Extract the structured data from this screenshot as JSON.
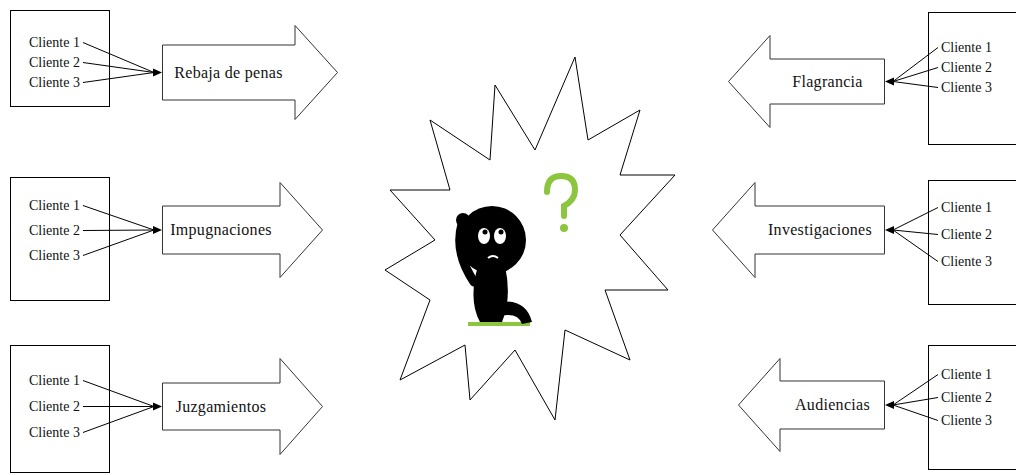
{
  "diagram": {
    "nodes": [
      {
        "text": [
          "Cliente 1",
          "Cliente 2",
          "Cliente 3"
        ]
      },
      {
        "text": [
          "Rebaja de penas"
        ]
      },
      {
        "text": [
          "Flagrancia"
        ]
      },
      {
        "text": [
          "Cliente 1",
          "Cliente 2",
          "Cliente 3"
        ]
      },
      {
        "text": [
          "Cliente 1",
          "Cliente 2",
          "Cliente 3"
        ]
      },
      {
        "text": [
          "Impugnaciones"
        ]
      },
      {
        "text": [
          "Investigaciones"
        ]
      },
      {
        "text": [
          "Cliente 1",
          "Cliente 2",
          "Cliente 3"
        ]
      },
      {
        "text": [
          "Cliente 1",
          "Cliente 2",
          "Cliente 3"
        ]
      },
      {
        "text": [
          "Juzgamientos"
        ]
      },
      {
        "text": [
          "Audiencias"
        ]
      },
      {
        "text": [
          "Cliente 1",
          "Cliente 2",
          "Cliente 3"
        ]
      }
    ],
    "edges": [
      {
        "from": 0,
        "to": 1,
        "arrow": "to"
      },
      {
        "from": 3,
        "to": 2,
        "arrow": "to"
      },
      {
        "from": 4,
        "to": 5,
        "arrow": "to"
      },
      {
        "from": 7,
        "to": 6,
        "arrow": "to"
      },
      {
        "from": 8,
        "to": 9,
        "arrow": "to"
      },
      {
        "from": 11,
        "to": 10,
        "arrow": "to"
      }
    ]
  }
}
